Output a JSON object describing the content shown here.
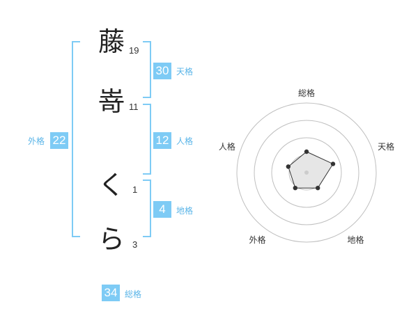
{
  "characters": [
    {
      "char": "藤",
      "strokes": "19"
    },
    {
      "char": "嵜",
      "strokes": "11"
    },
    {
      "char": "く",
      "strokes": "1"
    },
    {
      "char": "ら",
      "strokes": "3"
    }
  ],
  "fortune": {
    "tenkaku": {
      "value": "30",
      "label": "天格"
    },
    "jinkaku": {
      "value": "12",
      "label": "人格"
    },
    "chikaku": {
      "value": "4",
      "label": "地格"
    },
    "gaikaku": {
      "value": "22",
      "label": "外格"
    },
    "soukaku": {
      "value": "34",
      "label": "総格"
    }
  },
  "radar": {
    "axes": [
      "総格",
      "天格",
      "地格",
      "外格",
      "人格"
    ],
    "levels": 4,
    "max": 4,
    "values": [
      1.2,
      1.6,
      1.1,
      1.1,
      1.1
    ],
    "colors": {
      "grid": "#bfbfbf",
      "fill": "#e6e6e6",
      "line": "#333333",
      "point": "#333333",
      "center": "#cccccc"
    }
  },
  "colors": {
    "accent": "#7ecbf5",
    "accent_text": "#5bb5e8"
  }
}
